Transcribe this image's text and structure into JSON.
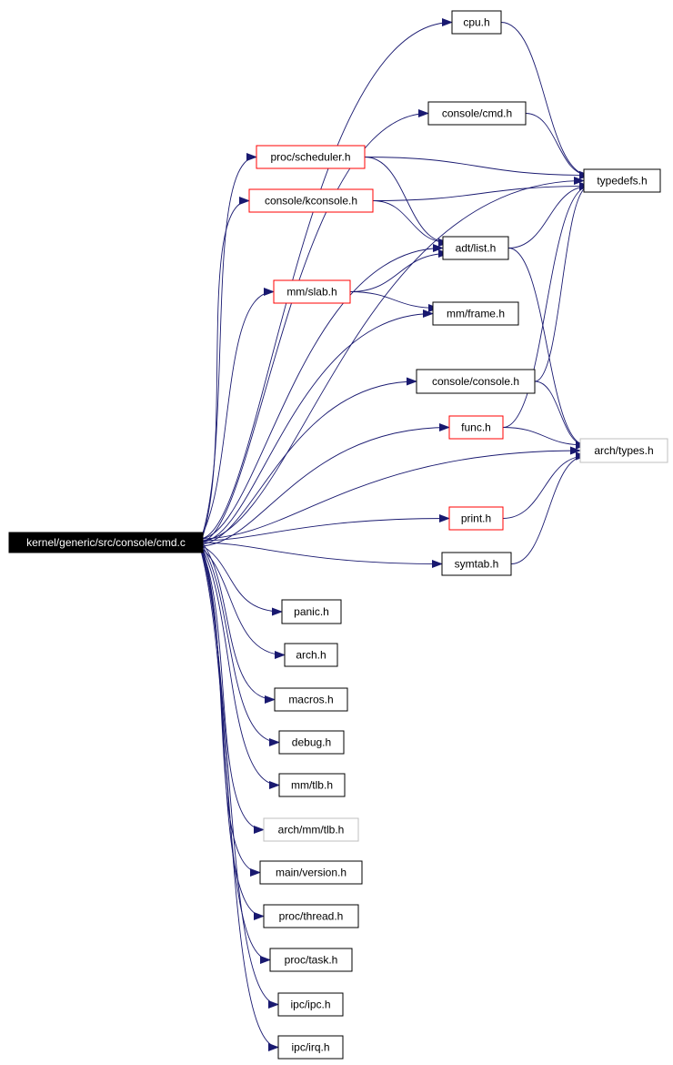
{
  "colors": {
    "edge": "#191970",
    "border_default": "#000000",
    "border_red": "#ff0000",
    "border_gray": "#bfbfbf",
    "root_fill": "#000000",
    "root_text": "#ffffff"
  },
  "root": "kernel/generic/src/console/cmd.c",
  "nodes": [
    {
      "id": "root",
      "label": "kernel/generic/src/console/cmd.c",
      "style": "root"
    },
    {
      "id": "cpu",
      "label": "cpu.h",
      "style": "black"
    },
    {
      "id": "typedefs",
      "label": "typedefs.h",
      "style": "black"
    },
    {
      "id": "console_cmd",
      "label": "console/cmd.h",
      "style": "black"
    },
    {
      "id": "proc_scheduler",
      "label": "proc/scheduler.h",
      "style": "red"
    },
    {
      "id": "console_kconsole",
      "label": "console/kconsole.h",
      "style": "red"
    },
    {
      "id": "adt_list",
      "label": "adt/list.h",
      "style": "black"
    },
    {
      "id": "mm_slab",
      "label": "mm/slab.h",
      "style": "red"
    },
    {
      "id": "mm_frame",
      "label": "mm/frame.h",
      "style": "black"
    },
    {
      "id": "console_console",
      "label": "console/console.h",
      "style": "black"
    },
    {
      "id": "func",
      "label": "func.h",
      "style": "red"
    },
    {
      "id": "arch_types",
      "label": "arch/types.h",
      "style": "gray"
    },
    {
      "id": "print",
      "label": "print.h",
      "style": "red"
    },
    {
      "id": "symtab",
      "label": "symtab.h",
      "style": "black"
    },
    {
      "id": "panic",
      "label": "panic.h",
      "style": "black"
    },
    {
      "id": "arch",
      "label": "arch.h",
      "style": "black"
    },
    {
      "id": "macros",
      "label": "macros.h",
      "style": "black"
    },
    {
      "id": "debug",
      "label": "debug.h",
      "style": "black"
    },
    {
      "id": "mm_tlb",
      "label": "mm/tlb.h",
      "style": "black"
    },
    {
      "id": "arch_mm_tlb",
      "label": "arch/mm/tlb.h",
      "style": "gray"
    },
    {
      "id": "main_version",
      "label": "main/version.h",
      "style": "black"
    },
    {
      "id": "proc_thread",
      "label": "proc/thread.h",
      "style": "black"
    },
    {
      "id": "proc_task",
      "label": "proc/task.h",
      "style": "black"
    },
    {
      "id": "ipc_ipc",
      "label": "ipc/ipc.h",
      "style": "black"
    },
    {
      "id": "ipc_irq",
      "label": "ipc/irq.h",
      "style": "black"
    }
  ],
  "edges": [
    [
      "root",
      "cpu"
    ],
    [
      "root",
      "typedefs"
    ],
    [
      "root",
      "console_cmd"
    ],
    [
      "root",
      "proc_scheduler"
    ],
    [
      "root",
      "console_kconsole"
    ],
    [
      "root",
      "adt_list"
    ],
    [
      "root",
      "mm_slab"
    ],
    [
      "root",
      "mm_frame"
    ],
    [
      "root",
      "console_console"
    ],
    [
      "root",
      "func"
    ],
    [
      "root",
      "arch_types"
    ],
    [
      "root",
      "print"
    ],
    [
      "root",
      "symtab"
    ],
    [
      "root",
      "panic"
    ],
    [
      "root",
      "arch"
    ],
    [
      "root",
      "macros"
    ],
    [
      "root",
      "debug"
    ],
    [
      "root",
      "mm_tlb"
    ],
    [
      "root",
      "arch_mm_tlb"
    ],
    [
      "root",
      "main_version"
    ],
    [
      "root",
      "proc_thread"
    ],
    [
      "root",
      "proc_task"
    ],
    [
      "root",
      "ipc_ipc"
    ],
    [
      "root",
      "ipc_irq"
    ],
    [
      "cpu",
      "typedefs"
    ],
    [
      "console_cmd",
      "typedefs"
    ],
    [
      "proc_scheduler",
      "typedefs"
    ],
    [
      "proc_scheduler",
      "adt_list"
    ],
    [
      "console_kconsole",
      "typedefs"
    ],
    [
      "console_kconsole",
      "adt_list"
    ],
    [
      "adt_list",
      "typedefs"
    ],
    [
      "adt_list",
      "arch_types"
    ],
    [
      "mm_slab",
      "adt_list"
    ],
    [
      "mm_slab",
      "mm_frame"
    ],
    [
      "console_console",
      "typedefs"
    ],
    [
      "console_console",
      "arch_types"
    ],
    [
      "func",
      "typedefs"
    ],
    [
      "func",
      "arch_types"
    ],
    [
      "print",
      "arch_types"
    ],
    [
      "symtab",
      "arch_types"
    ]
  ]
}
